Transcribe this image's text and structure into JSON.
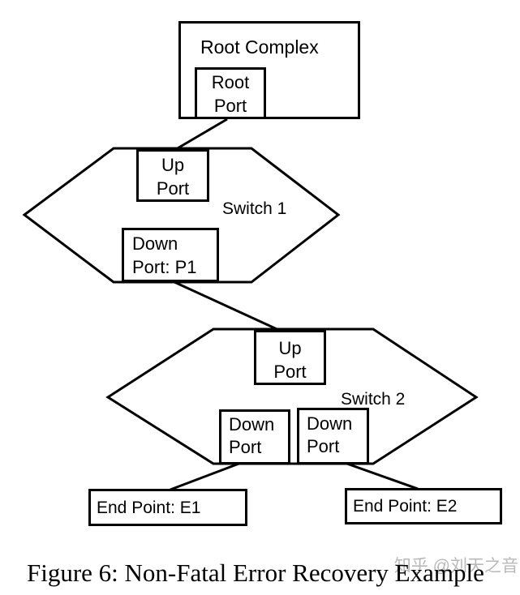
{
  "figure": {
    "root_complex": {
      "label": "Root Complex"
    },
    "root_port": {
      "line1": "Root",
      "line2": "Port"
    },
    "switch1": {
      "label": "Switch 1",
      "up_port": {
        "line1": "Up",
        "line2": "Port"
      },
      "down_port": {
        "line1": "Down",
        "line2": "Port: P1"
      }
    },
    "switch2": {
      "label": "Switch 2",
      "up_port": {
        "line1": "Up",
        "line2": "Port"
      },
      "down_port_left": {
        "line1": "Down",
        "line2": "Port"
      },
      "down_port_right": {
        "line1": "Down",
        "line2": "Port"
      }
    },
    "endpoint1": {
      "label": "End Point: E1"
    },
    "endpoint2": {
      "label": "End Point: E2"
    }
  },
  "caption": "Figure 6: Non-Fatal Error Recovery Example",
  "watermark": "知乎 @刘天之音",
  "colors": {
    "ink": "#000000",
    "background": "#ffffff",
    "watermark": "#b9b9b9"
  }
}
